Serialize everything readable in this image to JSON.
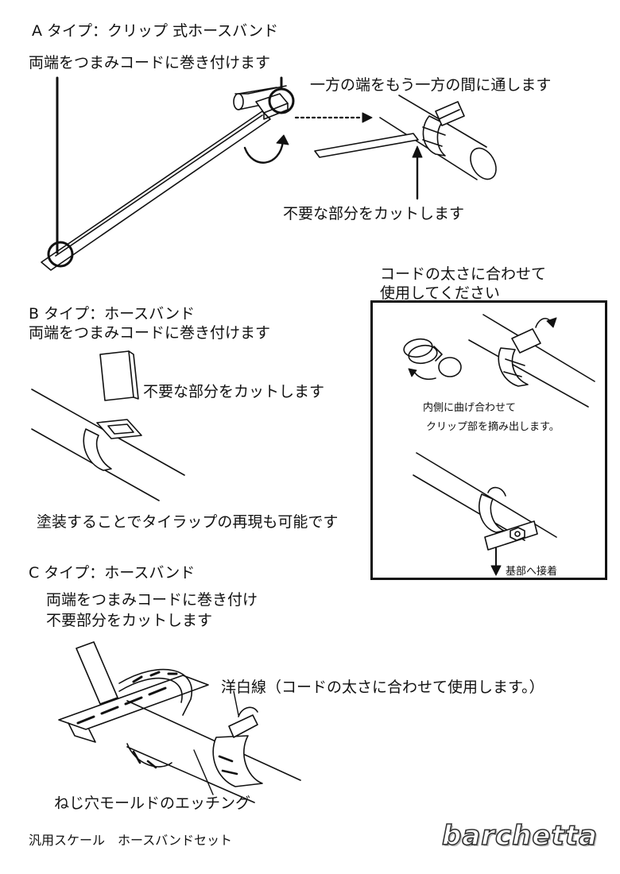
{
  "section_a": {
    "title": "A タイプ：クリップ 式ホースバンド",
    "line1": "両端をつまみコードに巻き付けます",
    "note_through": "一方の端をもう一方の間に通します",
    "note_cut": "不要な部分をカットします"
  },
  "section_b": {
    "title": "B タイプ：ホースバンド",
    "line1": "両端をつまみコードに巻き付けます",
    "note_cut": "不要な部分をカットします",
    "note_paint": "塗装することでタイラップの再現も可能です"
  },
  "inset": {
    "heading_line1": "コードの太さに合わせて",
    "heading_line2": "使用してください",
    "caption_line1": "内側に曲げ合わせて",
    "caption_line2": "クリップ部を摘み出します。",
    "caption_base": "基部へ接着"
  },
  "section_c": {
    "title": "C タイプ：ホースバンド",
    "line1": "両端をつまみコードに巻き付け",
    "line2": "不要部分をカットします",
    "note_wire": "洋白線（コードの太さに合わせて使用します。）",
    "note_etch": "ねじ穴モールドのエッチング"
  },
  "footer": {
    "product": "汎用スケール　ホースバンドセット",
    "brand": "barchetta"
  }
}
